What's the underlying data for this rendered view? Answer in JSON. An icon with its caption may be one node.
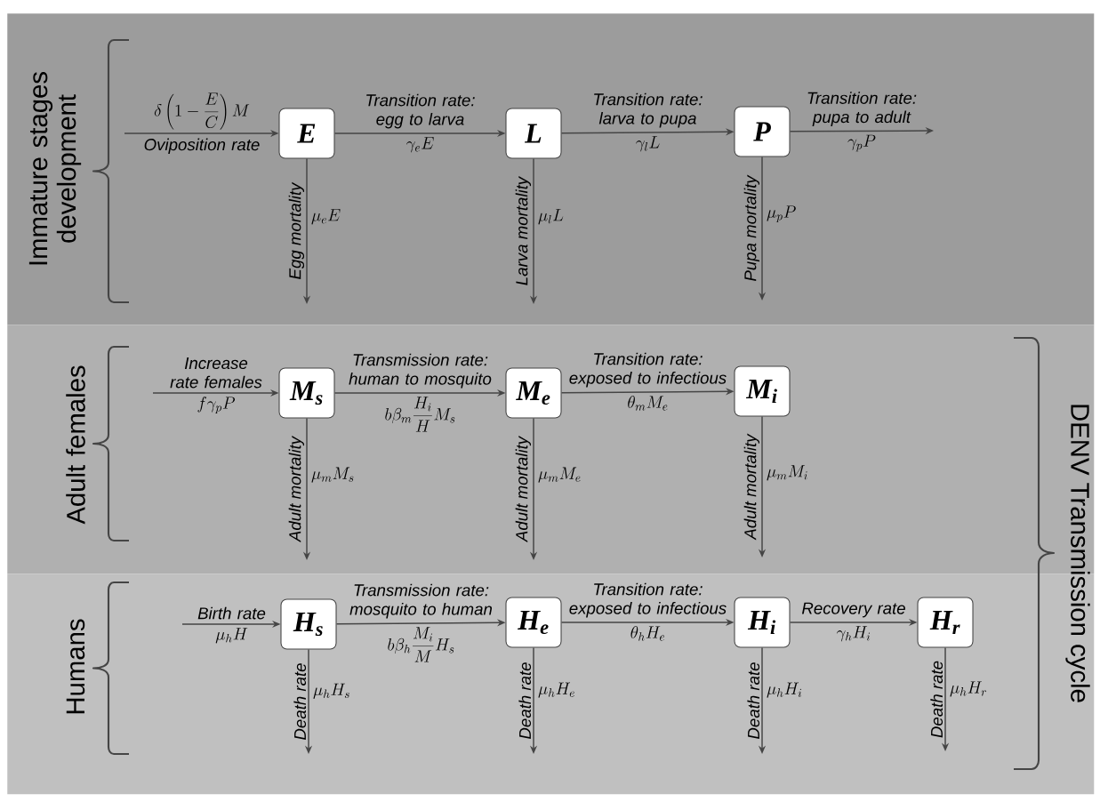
{
  "diagram": {
    "nodes": [
      {
        "text": [
          "Immature stages development"
        ]
      },
      {
        "text": [
          "E"
        ],
        "in": 0
      },
      {
        "text": [
          "L"
        ],
        "in": 0
      },
      {
        "text": [
          "P"
        ],
        "in": 0
      },
      {
        "text": [
          "Adult females"
        ]
      },
      {
        "text": [
          "M$_{s}$"
        ],
        "in": 4
      },
      {
        "text": [
          "M$_{e}$"
        ],
        "in": 4
      },
      {
        "text": [
          "M$_{i}$"
        ],
        "in": 4
      },
      {
        "text": [
          "Humans"
        ]
      },
      {
        "text": [
          "H$_{s}$"
        ],
        "in": 8
      },
      {
        "text": [
          "H$_{e}$"
        ],
        "in": 8
      },
      {
        "text": [
          "H$_{i}$"
        ],
        "in": 8
      },
      {
        "text": [
          "H$_{r}$"
        ],
        "in": 8
      }
    ],
    "edges": [
      {
        "from": null,
        "to": 1,
        "arrow": "to",
        "label": "Oviposition rate"
      },
      {
        "from": 1,
        "to": 2,
        "arrow": "to",
        "label": "Transition rate: egg to larva"
      },
      {
        "from": 2,
        "to": 3,
        "arrow": "to",
        "label": "Transition rate: larva to pupa"
      },
      {
        "from": 3,
        "to": null,
        "arrow": "to",
        "label": "Transition rate: pupa to adult"
      },
      {
        "from": 1,
        "to": null,
        "arrow": "to",
        "label": "Egg mortality"
      },
      {
        "from": 2,
        "to": null,
        "arrow": "to",
        "label": "Larva mortality"
      },
      {
        "from": 3,
        "to": null,
        "arrow": "to",
        "label": "Pupa mortality"
      },
      {
        "from": null,
        "to": 5,
        "arrow": "to",
        "label": "Increase rate females"
      },
      {
        "from": 5,
        "to": 6,
        "arrow": "to",
        "label": "Transmission rate: human to mosquito"
      },
      {
        "from": 6,
        "to": 7,
        "arrow": "to",
        "label": "Transition rate: exposed to infectious"
      },
      {
        "from": 5,
        "to": null,
        "arrow": "to",
        "label": "Adult mortality"
      },
      {
        "from": 6,
        "to": null,
        "arrow": "to",
        "label": "Adult mortality"
      },
      {
        "from": 7,
        "to": null,
        "arrow": "to",
        "label": "Adult mortality"
      },
      {
        "from": null,
        "to": 9,
        "arrow": "to",
        "label": "Birth rate"
      },
      {
        "from": 9,
        "to": 10,
        "arrow": "to",
        "label": "Transmission rate: mosquito to human"
      },
      {
        "from": 10,
        "to": 11,
        "arrow": "to",
        "label": "Transition rate: exposed to infectious"
      },
      {
        "from": 11,
        "to": 12,
        "arrow": "to",
        "label": "Recovery rate"
      },
      {
        "from": 9,
        "to": null,
        "arrow": "to",
        "label": "Death rate"
      },
      {
        "from": 10,
        "to": null,
        "arrow": "to",
        "label": "Death rate"
      },
      {
        "from": 11,
        "to": null,
        "arrow": "to",
        "label": "Death rate"
      },
      {
        "from": 12,
        "to": null,
        "arrow": "to",
        "label": "Death rate"
      }
    ],
    "labels": [
      "DENV Transmission cycle",
      "\\delta\\left(1-\\frac{E}{C}\\right)M",
      "\\gamma_e E",
      "\\gamma_l L",
      "\\gamma_p P",
      "\\mu_e E",
      "\\mu_l L",
      "\\mu_p P",
      "f\\gamma_p P",
      "b\\beta_m\\frac{H_i}{H}M_s",
      "\\theta_m M_e",
      "\\mu_m M_s",
      "\\mu_m M_e",
      "\\mu_m M_i",
      "\\mu_h H",
      "b\\beta_h\\frac{M_i}{M}H_s",
      "\\theta_h H_e",
      "\\gamma_h H_i",
      "\\mu_h H_s",
      "\\mu_h H_e",
      "\\mu_h H_i",
      "\\mu_h H_r"
    ]
  }
}
